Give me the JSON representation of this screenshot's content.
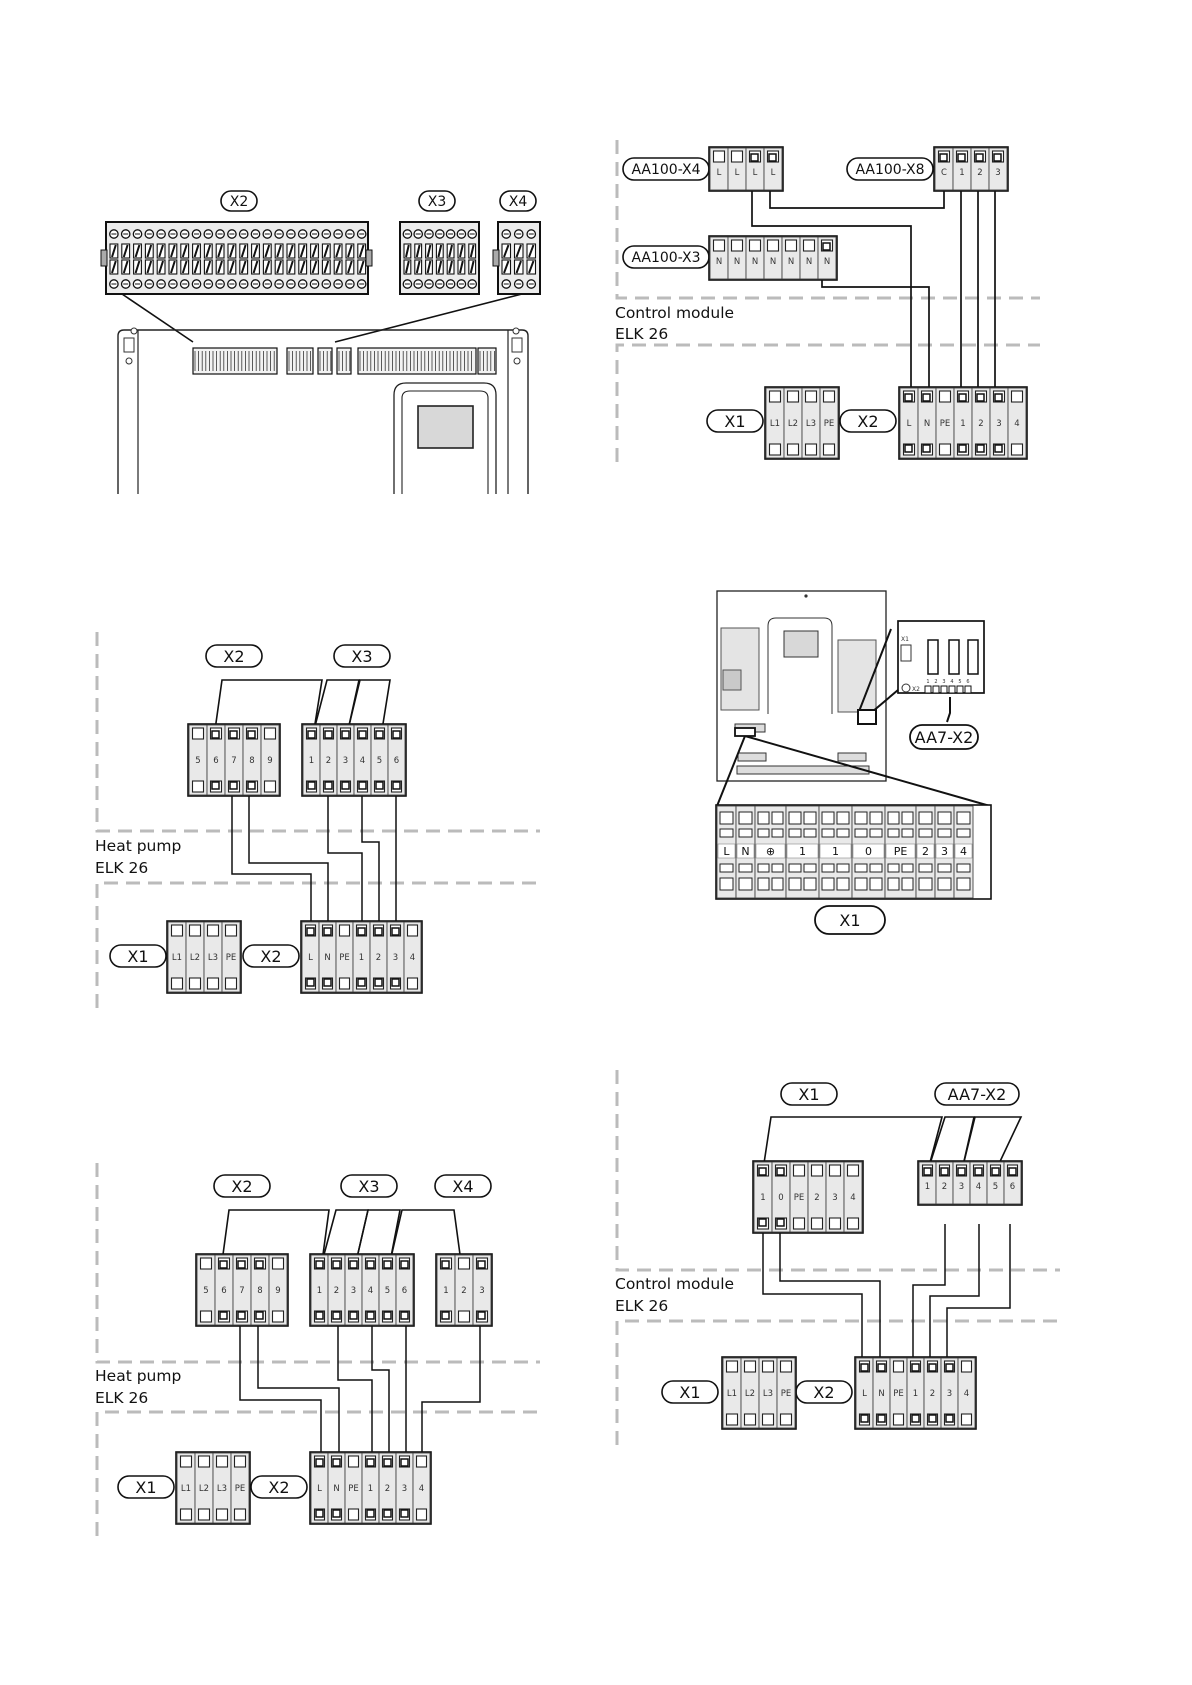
{
  "top_left": {
    "tags": [
      "X2",
      "X3",
      "X4"
    ]
  },
  "top_right": {
    "tags": {
      "x4": "AA100-X4",
      "x8": "AA100-X8",
      "x3": "AA100-X3",
      "x1": "X1",
      "x2": "X2"
    },
    "pins": {
      "x4": [
        "L",
        "L",
        "L",
        "L"
      ],
      "x8": [
        "C",
        "1",
        "2",
        "3"
      ],
      "x3": [
        "N",
        "N",
        "N",
        "N",
        "N",
        "N",
        "N"
      ],
      "x1": [
        "L1",
        "L2",
        "L3",
        "PE"
      ],
      "x2": [
        "L",
        "N",
        "PE",
        "1",
        "2",
        "3",
        "4"
      ]
    },
    "caption": [
      "Control module",
      "ELK 26"
    ]
  },
  "mid_left": {
    "tags": {
      "x2": "X2",
      "x3": "X3",
      "x1b": "X1",
      "x2b": "X2"
    },
    "pins": {
      "x2": [
        "5",
        "6",
        "7",
        "8",
        "9"
      ],
      "x3": [
        "1",
        "2",
        "3",
        "4",
        "5",
        "6"
      ],
      "x1b": [
        "L1",
        "L2",
        "L3",
        "PE"
      ],
      "x2b": [
        "L",
        "N",
        "PE",
        "1",
        "2",
        "3",
        "4"
      ]
    },
    "caption": [
      "Heat pump",
      "ELK 26"
    ]
  },
  "mid_right": {
    "tags": {
      "aa7": "AA7-X2",
      "x1": "X1"
    },
    "board_text": {
      "x1": "X1",
      "x2": "X2"
    },
    "board_pins": [
      "1",
      "2",
      "3",
      "4",
      "5",
      "6"
    ],
    "strip": [
      "L",
      "N",
      "⊕",
      "1",
      "1",
      "0",
      "PE",
      "2",
      "3",
      "4"
    ]
  },
  "bot_left": {
    "tags": {
      "x2": "X2",
      "x3": "X3",
      "x4": "X4",
      "x1b": "X1",
      "x2b": "X2"
    },
    "pins": {
      "x2": [
        "5",
        "6",
        "7",
        "8",
        "9"
      ],
      "x3": [
        "1",
        "2",
        "3",
        "4",
        "5",
        "6"
      ],
      "x4": [
        "1",
        "2",
        "3"
      ],
      "x1b": [
        "L1",
        "L2",
        "L3",
        "PE"
      ],
      "x2b": [
        "L",
        "N",
        "PE",
        "1",
        "2",
        "3",
        "4"
      ]
    },
    "caption": [
      "Heat pump",
      "ELK 26"
    ]
  },
  "bot_right": {
    "tags": {
      "x1": "X1",
      "aa7": "AA7-X2",
      "x1b": "X1",
      "x2b": "X2"
    },
    "pins": {
      "x1": [
        "1",
        "0",
        "PE",
        "2",
        "3",
        "4"
      ],
      "aa7": [
        "1",
        "2",
        "3",
        "4",
        "5",
        "6"
      ],
      "x1b": [
        "L1",
        "L2",
        "L3",
        "PE"
      ],
      "x2b": [
        "L",
        "N",
        "PE",
        "1",
        "2",
        "3",
        "4"
      ]
    },
    "caption": [
      "Control module",
      "ELK 26"
    ]
  }
}
